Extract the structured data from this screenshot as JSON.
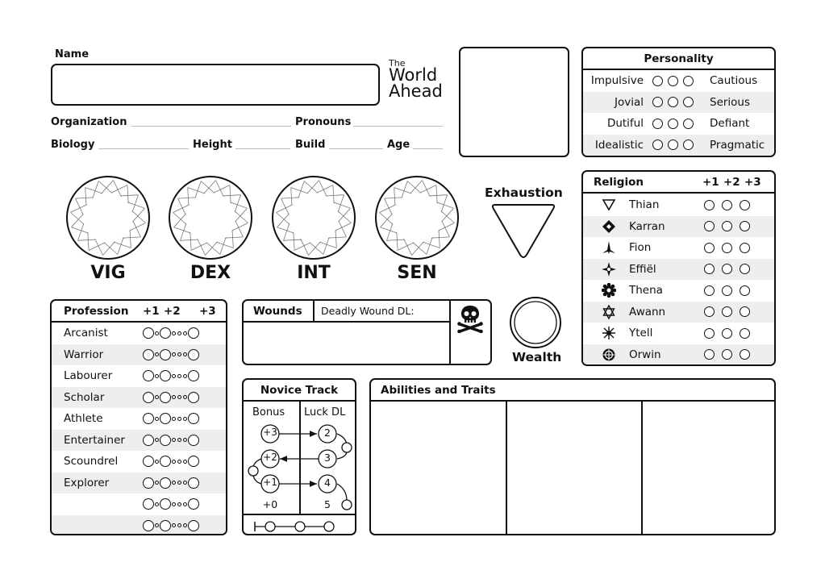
{
  "name_label": "Name",
  "organization_label": "Organization",
  "pronouns_label": "Pronouns",
  "biology_label": "Biology",
  "height_label": "Height",
  "build_label": "Build",
  "age_label": "Age",
  "logo": {
    "line1": "The",
    "line2": "World",
    "line3": "Ahead"
  },
  "stats": [
    "VIG",
    "DEX",
    "INT",
    "SEN"
  ],
  "exhaustion_label": "Exhaustion",
  "wealth_label": "Wealth",
  "personality": {
    "title": "Personality",
    "rows": [
      {
        "left": "Impulsive",
        "right": "Cautious"
      },
      {
        "left": "Jovial",
        "right": "Serious"
      },
      {
        "left": "Dutiful",
        "right": "Defiant"
      },
      {
        "left": "Idealistic",
        "right": "Pragmatic"
      }
    ]
  },
  "religion": {
    "title": "Religion",
    "cols": [
      "+1",
      "+2",
      "+3"
    ],
    "rows": [
      {
        "name": "Thian",
        "icon": "triangle-down-icon"
      },
      {
        "name": "Karran",
        "icon": "diamond-icon"
      },
      {
        "name": "Fion",
        "icon": "trident-icon"
      },
      {
        "name": "Effiël",
        "icon": "compass-star-icon"
      },
      {
        "name": "Thena",
        "icon": "gear-flower-icon"
      },
      {
        "name": "Awann",
        "icon": "hexagram-icon"
      },
      {
        "name": "Ytell",
        "icon": "feather-star-icon"
      },
      {
        "name": "Orwin",
        "icon": "rosette-icon"
      }
    ]
  },
  "profession": {
    "title": "Profession",
    "cols": [
      "+1",
      "+2",
      "+3"
    ],
    "rows": [
      "Arcanist",
      "Warrior",
      "Labourer",
      "Scholar",
      "Athlete",
      "Entertainer",
      "Scoundrel",
      "Explorer",
      "",
      ""
    ]
  },
  "wounds": {
    "title": "Wounds",
    "deadly_label": "Deadly Wound DL:",
    "skull_icon": "skull-crossbones-icon"
  },
  "novice": {
    "title": "Novice Track",
    "bonus_label": "Bonus",
    "luck_label": "Luck DL",
    "bonus": [
      "+3",
      "+2",
      "+1",
      "+0"
    ],
    "luck": [
      "2",
      "3",
      "4",
      "5"
    ]
  },
  "abilities_title": "Abilities and Traits"
}
